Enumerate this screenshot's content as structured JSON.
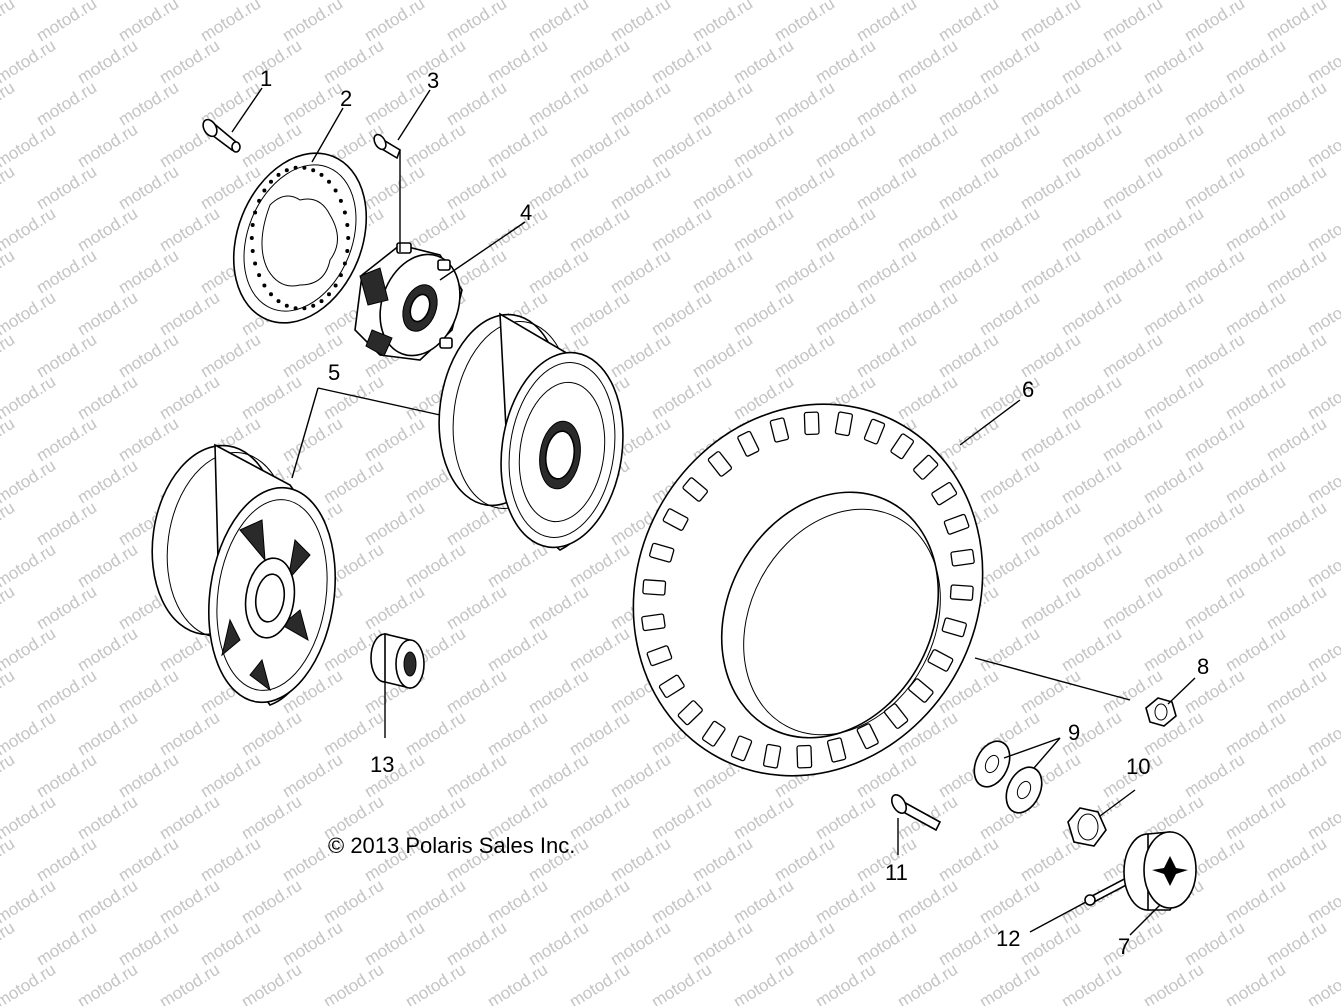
{
  "watermark": "motod.ru",
  "copyright": "© 2013 Polaris Sales Inc.",
  "callouts": [
    {
      "id": "1",
      "label": "1"
    },
    {
      "id": "2",
      "label": "2"
    },
    {
      "id": "3",
      "label": "3"
    },
    {
      "id": "4",
      "label": "4"
    },
    {
      "id": "5",
      "label": "5"
    },
    {
      "id": "6",
      "label": "6"
    },
    {
      "id": "7",
      "label": "7"
    },
    {
      "id": "8",
      "label": "8"
    },
    {
      "id": "9",
      "label": "9"
    },
    {
      "id": "10",
      "label": "10"
    },
    {
      "id": "11",
      "label": "11"
    },
    {
      "id": "12",
      "label": "12"
    },
    {
      "id": "13",
      "label": "13"
    }
  ]
}
